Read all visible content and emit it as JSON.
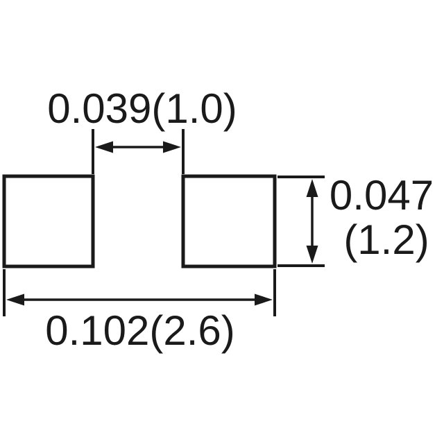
{
  "diagram": {
    "labels": {
      "pad_gap": "0.039(1.0)",
      "pad_height_inch": "0.047",
      "pad_height_mm": "(1.2)",
      "total_width": "0.102(2.6)"
    },
    "colors": {
      "line": "#1a1a1a",
      "background": "#ffffff",
      "pad_fill": "#ffffff"
    }
  }
}
